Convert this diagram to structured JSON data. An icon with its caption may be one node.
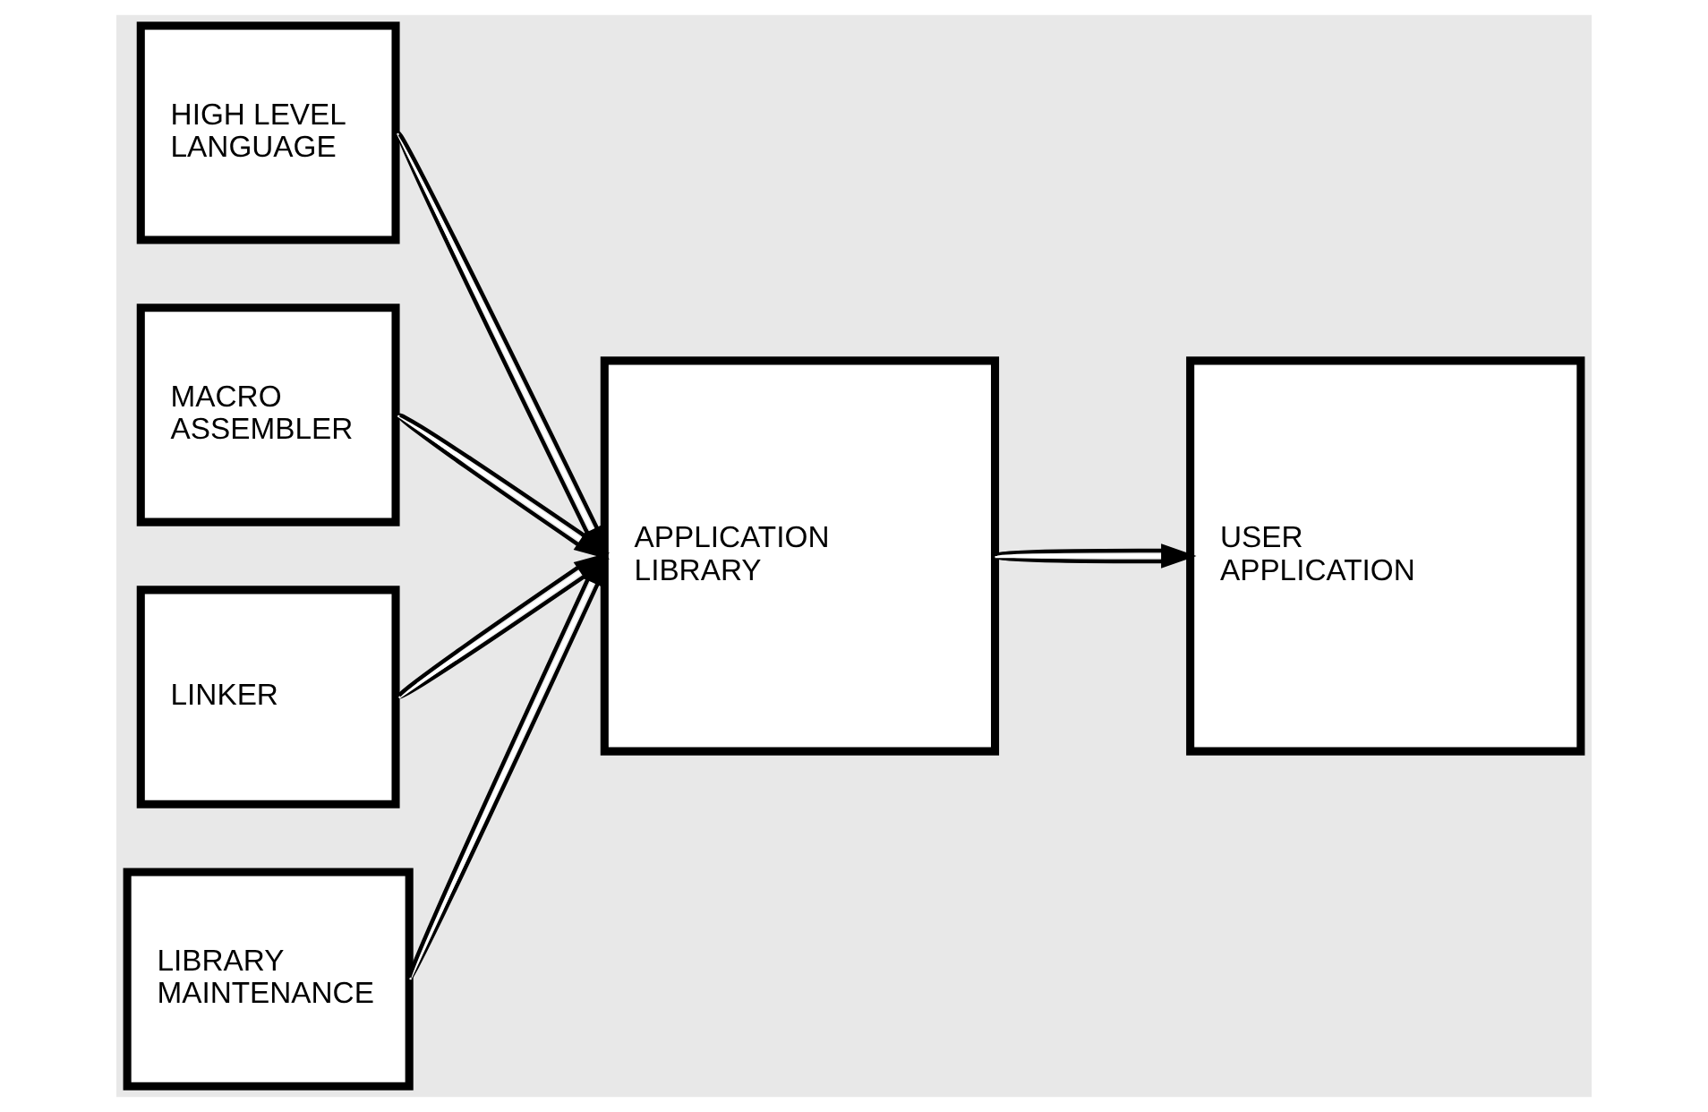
{
  "diagram": {
    "nodes": [
      {
        "text": [
          "HIGH LEVEL LANGUAGE"
        ]
      },
      {
        "text": [
          "MACRO ASSEMBLER"
        ]
      },
      {
        "text": [
          "LINKER"
        ]
      },
      {
        "text": [
          "LIBRARY MAINTENANCE"
        ]
      },
      {
        "text": [
          "APPLICATION LIBRARY"
        ]
      },
      {
        "text": [
          "USER APPLICATION"
        ]
      }
    ],
    "edges": [
      {
        "from": 0,
        "to": 4,
        "arrow": "to"
      },
      {
        "from": 1,
        "to": 4,
        "arrow": "to"
      },
      {
        "from": 2,
        "to": 4,
        "arrow": "to"
      },
      {
        "from": 3,
        "to": 4,
        "arrow": "to"
      },
      {
        "from": 4,
        "to": 5,
        "arrow": "to"
      }
    ]
  }
}
